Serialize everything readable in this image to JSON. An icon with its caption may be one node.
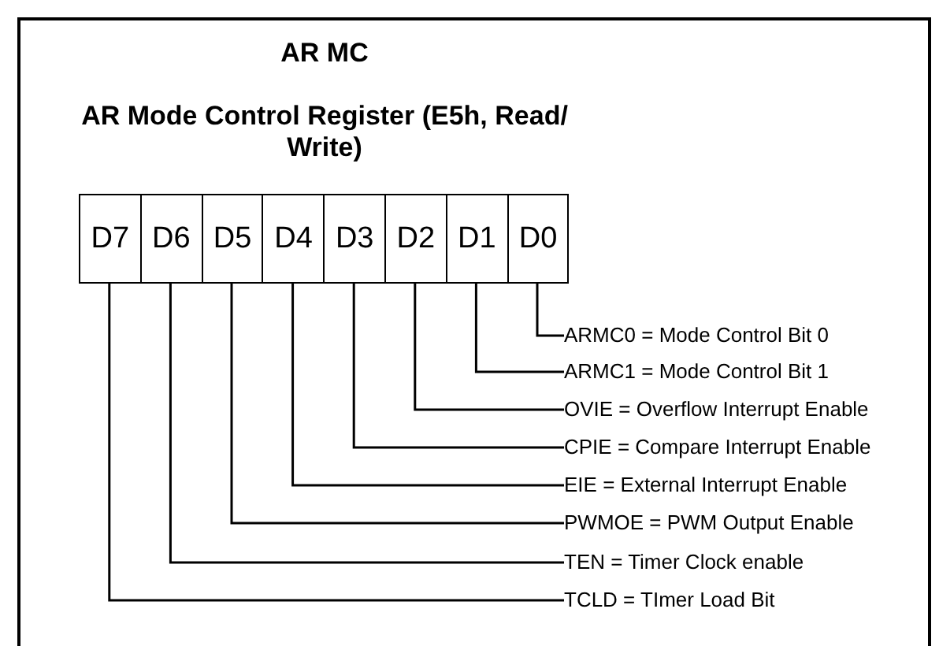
{
  "diagram": {
    "title": "AR MC",
    "nodes": [
      {
        "text": [
          "D7"
        ]
      },
      {
        "text": [
          "D6"
        ]
      },
      {
        "text": [
          "D5"
        ]
      },
      {
        "text": [
          "D4"
        ]
      },
      {
        "text": [
          "D3"
        ]
      },
      {
        "text": [
          "D2"
        ]
      },
      {
        "text": [
          "D1"
        ]
      },
      {
        "text": [
          "D0"
        ]
      },
      {
        "text": [
          "ARMC0 = Mode Control Bit 0"
        ]
      },
      {
        "text": [
          "ARMC1 = Mode Control Bit 1"
        ]
      },
      {
        "text": [
          "OVIE = Overflow Interrupt Enable"
        ]
      },
      {
        "text": [
          "CPIE = Compare Interrupt Enable"
        ]
      },
      {
        "text": [
          "EIE = External Interrupt Enable"
        ]
      },
      {
        "text": [
          "PWMOE = PWM Output Enable"
        ]
      },
      {
        "text": [
          "TEN = Timer Clock enable"
        ]
      },
      {
        "text": [
          "TCLD = TImer Load Bit"
        ]
      }
    ],
    "edges": [
      {
        "from": 7,
        "to": 8,
        "arrow": "none"
      },
      {
        "from": 6,
        "to": 9,
        "arrow": "none"
      },
      {
        "from": 5,
        "to": 10,
        "arrow": "none"
      },
      {
        "from": 4,
        "to": 11,
        "arrow": "none"
      },
      {
        "from": 3,
        "to": 12,
        "arrow": "none"
      },
      {
        "from": 2,
        "to": 13,
        "arrow": "none"
      },
      {
        "from": 1,
        "to": 14,
        "arrow": "none"
      },
      {
        "from": 0,
        "to": 15,
        "arrow": "none"
      }
    ],
    "labels": [
      "AR Mode Control Register (E5h, Read/ Write)"
    ]
  }
}
